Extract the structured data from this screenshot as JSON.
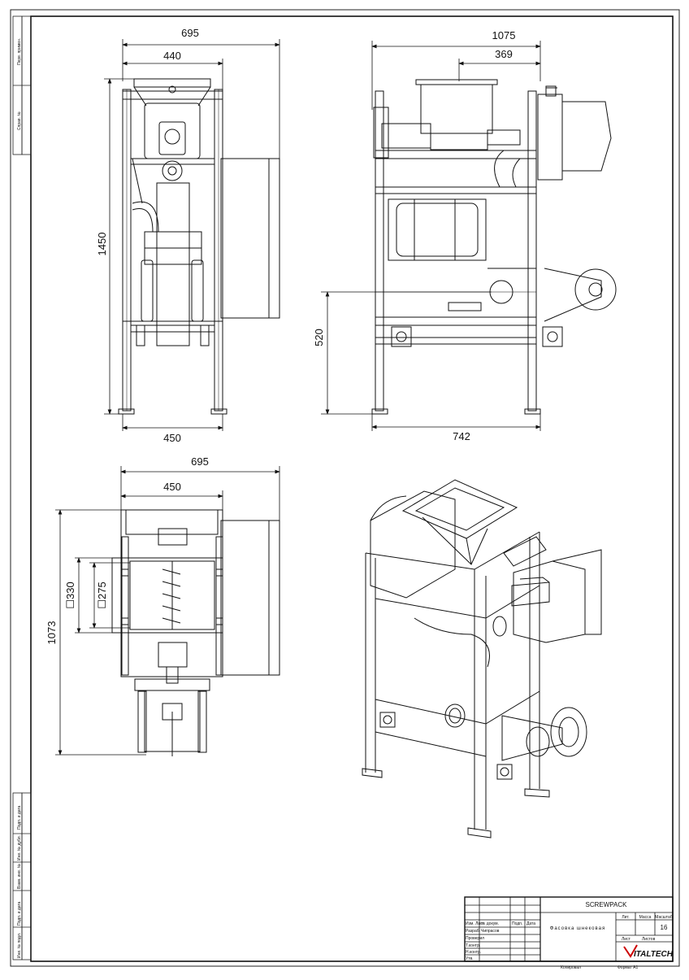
{
  "dimensions": {
    "top_left_width": "695",
    "top_left_inner": "440",
    "top_left_height": "1450",
    "top_left_base": "450",
    "top_right_width": "1075",
    "top_right_inner": "369",
    "top_right_height": "520",
    "top_right_base": "742",
    "bottom_width": "695",
    "bottom_inner": "450",
    "bottom_height": "1073",
    "bottom_outer_square": "☐330",
    "bottom_inner_square": "☐275"
  },
  "side_stamp": {
    "perv_primen": "Перв. примен.",
    "sprav": "Справ. №",
    "podp_data_top": "Подп. и дата",
    "inv_dubl": "Инв. № дубл.",
    "vzam_inv": "Взам. инв. №",
    "podp_data": "Подп. и дата",
    "inv_podl": "Инв. № подл."
  },
  "title_block": {
    "code": "SCREWPACK",
    "name": "Фасовка шнековая",
    "col_lit": "Лит.",
    "col_mass": "Масса",
    "col_scale": "Масштаб",
    "scale_value": "16",
    "sheet": "Лист",
    "sheets": "Листов",
    "row_izm": "Изм. Лист",
    "row_n_dokum": "№ докум.",
    "row_podp": "Подп.",
    "row_data": "Дата",
    "razrab": "Разраб.",
    "razrab_name": "Чипрасов",
    "prover": "Проверил",
    "tkontr": "Т.контр.",
    "nkontr": "Н.контр.",
    "utv": "Утв.",
    "copied": "Копировал",
    "format": "Формат A1",
    "logo": "ITALTECH"
  }
}
